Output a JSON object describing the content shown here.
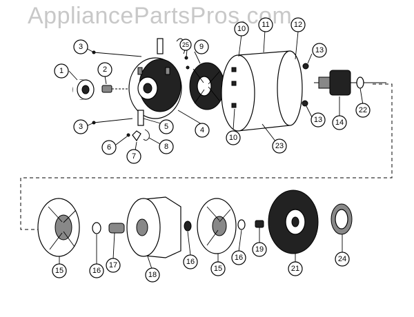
{
  "watermark": "AppliancePartsPros.com",
  "callouts": [
    {
      "id": "c1",
      "label": "1"
    },
    {
      "id": "c2",
      "label": "2"
    },
    {
      "id": "c3a",
      "label": "3"
    },
    {
      "id": "c3b",
      "label": "3"
    },
    {
      "id": "c4",
      "label": "4"
    },
    {
      "id": "c5",
      "label": "5"
    },
    {
      "id": "c6",
      "label": "6"
    },
    {
      "id": "c7",
      "label": "7"
    },
    {
      "id": "c8",
      "label": "8"
    },
    {
      "id": "c9",
      "label": "9"
    },
    {
      "id": "c10a",
      "label": "10"
    },
    {
      "id": "c10b",
      "label": "10"
    },
    {
      "id": "c11",
      "label": "11"
    },
    {
      "id": "c12",
      "label": "12"
    },
    {
      "id": "c13a",
      "label": "13"
    },
    {
      "id": "c13b",
      "label": "13"
    },
    {
      "id": "c14",
      "label": "14"
    },
    {
      "id": "c15a",
      "label": "15"
    },
    {
      "id": "c15b",
      "label": "15"
    },
    {
      "id": "c16a",
      "label": "16"
    },
    {
      "id": "c16b",
      "label": "16"
    },
    {
      "id": "c16c",
      "label": "16"
    },
    {
      "id": "c17",
      "label": "17"
    },
    {
      "id": "c18",
      "label": "18"
    },
    {
      "id": "c19",
      "label": "19"
    },
    {
      "id": "c21",
      "label": "21"
    },
    {
      "id": "c22",
      "label": "22"
    },
    {
      "id": "c23",
      "label": "23"
    },
    {
      "id": "c24",
      "label": "24"
    },
    {
      "id": "c25",
      "label": "25"
    }
  ]
}
